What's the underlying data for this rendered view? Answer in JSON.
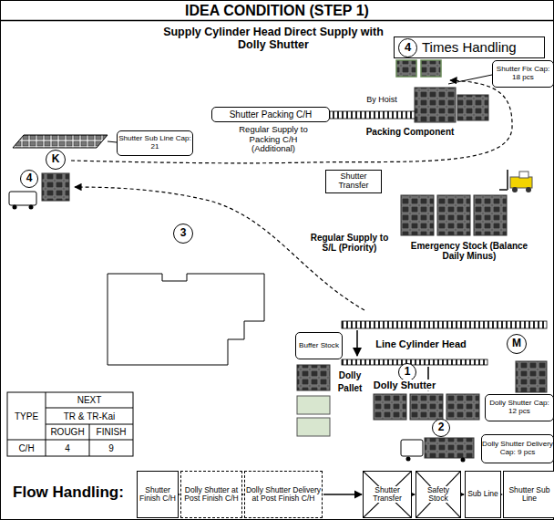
{
  "diagram": {
    "title": "IDEA CONDITION (STEP 1)",
    "nodes": [
      {
        "text": [
          "Times Handling"
        ]
      },
      {
        "text": [
          "4"
        ],
        "in": 0
      },
      {
        "text": [
          "Shutter Fix Cap: 18 pcs"
        ]
      },
      {
        "text": [
          "Shutter Packing C/H"
        ]
      },
      {
        "text": [
          "Shutter Sub Line Cap: 21"
        ]
      },
      {
        "text": [
          "K"
        ]
      },
      {
        "text": [
          "4"
        ]
      },
      {
        "text": [
          "Shutter Transfer"
        ]
      },
      {
        "text": [
          "3"
        ]
      },
      {
        "text": [
          "Buffer Stock"
        ]
      },
      {
        "text": [
          "M"
        ]
      },
      {
        "text": [
          "1"
        ]
      },
      {
        "text": [
          "Dolly Shutter Cap: 12 pcs"
        ]
      },
      {
        "text": [
          "2"
        ]
      },
      {
        "text": [
          "Dolly Shutter Delivery Cap: 9 pcs"
        ]
      },
      {
        "text": [
          "Shutter Finish C/H"
        ]
      },
      {
        "text": [
          "Dolly Shutter at Post Finish C/H"
        ]
      },
      {
        "text": [
          "Dolly Shutter Delivery at Post Finish C/H"
        ]
      },
      {
        "text": [
          "Shutter Transfer"
        ]
      },
      {
        "text": [
          "Safety Stock"
        ]
      },
      {
        "text": [
          "Sub Line"
        ]
      },
      {
        "text": [
          "Shutter Sub Line"
        ]
      }
    ],
    "edges": [
      {
        "from": 15,
        "to": 16,
        "arrow": "to"
      },
      {
        "from": 16,
        "to": 17,
        "arrow": "to"
      },
      {
        "from": 17,
        "to": 18,
        "arrow": "to"
      },
      {
        "from": 18,
        "to": 19,
        "arrow": "to"
      },
      {
        "from": 19,
        "to": 20,
        "arrow": "to"
      },
      {
        "from": 20,
        "to": 21,
        "arrow": "to"
      }
    ],
    "labels": [
      "Supply Cylinder Head Direct Supply with Dolly Shutter",
      "By Hoist",
      "Packing Component",
      "Regular Supply to Packing C/H (Additional)",
      "Emergency Stock (Balance Daily Minus)",
      "Regular Supply to S/L (Priority)",
      "Line Cylinder Head",
      "Dolly",
      "Pallet",
      "Dolly Shutter",
      "NEXT",
      "TYPE",
      "TR & TR-Kai",
      "ROUGH",
      "FINISH",
      "C/H",
      "4",
      "9",
      "Flow Handling:"
    ]
  }
}
